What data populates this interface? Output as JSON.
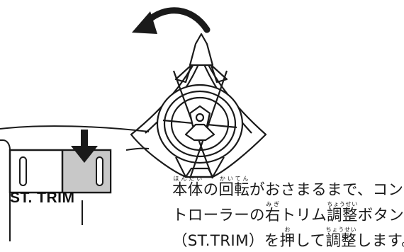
{
  "diagram": {
    "switch_label": "ST. TRIM",
    "instruction": {
      "line1": [
        {
          "base": "本体",
          "ruby": "ほんたい"
        },
        {
          "text": "の"
        },
        {
          "base": "回転",
          "ruby": "かいてん"
        },
        {
          "text": "がおさまるまで、コン"
        }
      ],
      "line2": [
        {
          "text": "トローラーの"
        },
        {
          "base": "右",
          "ruby": "みぎ"
        },
        {
          "text": "トリム"
        },
        {
          "base": "調整",
          "ruby": "ちょうせい"
        },
        {
          "text": "ボタン"
        }
      ],
      "line3": [
        {
          "text": "（ST.TRIM）を"
        },
        {
          "base": "押",
          "ruby": "お"
        },
        {
          "text": "して"
        },
        {
          "base": "調整",
          "ruby": "ちょうせい"
        },
        {
          "text": "します。"
        }
      ]
    },
    "colors": {
      "line": "#1a1a1a",
      "trim_highlight": "#c8c8c8",
      "background": "#ffffff"
    }
  }
}
